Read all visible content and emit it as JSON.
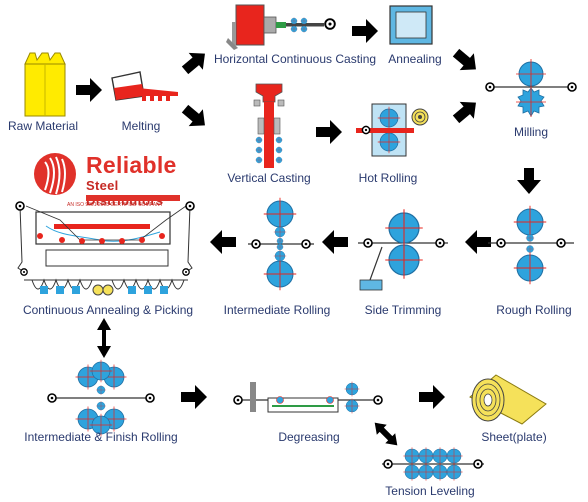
{
  "steps": {
    "raw_material": "Raw Material",
    "melting": "Melting",
    "horizontal_casting": "Horizontal Continuous Casting",
    "annealing": "Annealing",
    "vertical_casting": "Vertical Casting",
    "hot_rolling": "Hot Rolling",
    "milling": "Milling",
    "rough_rolling": "Rough Rolling",
    "side_trimming": "Side Trimming",
    "intermediate_rolling": "Intermediate Rolling",
    "continuous_annealing": "Continuous Annealing & Picking",
    "inter_finish_rolling": "Intermediate & Finish Rolling",
    "degreasing": "Degreasing",
    "sheet": "Sheet(plate)",
    "tension_leveling": "Tension Leveling"
  },
  "logo": {
    "line1": "Reliable",
    "line2": "Steel Distributors",
    "cert": "AN ISO 9001:2008 CERTIFIED COMPANY"
  },
  "colors": {
    "arrow": "#000000",
    "label": "#2a3a6e",
    "steel_red": "#e8251d",
    "roll_blue": "#2ea3dd",
    "raw_yellow": "#ffeb00",
    "coil_yellow": "#f5e15a"
  }
}
